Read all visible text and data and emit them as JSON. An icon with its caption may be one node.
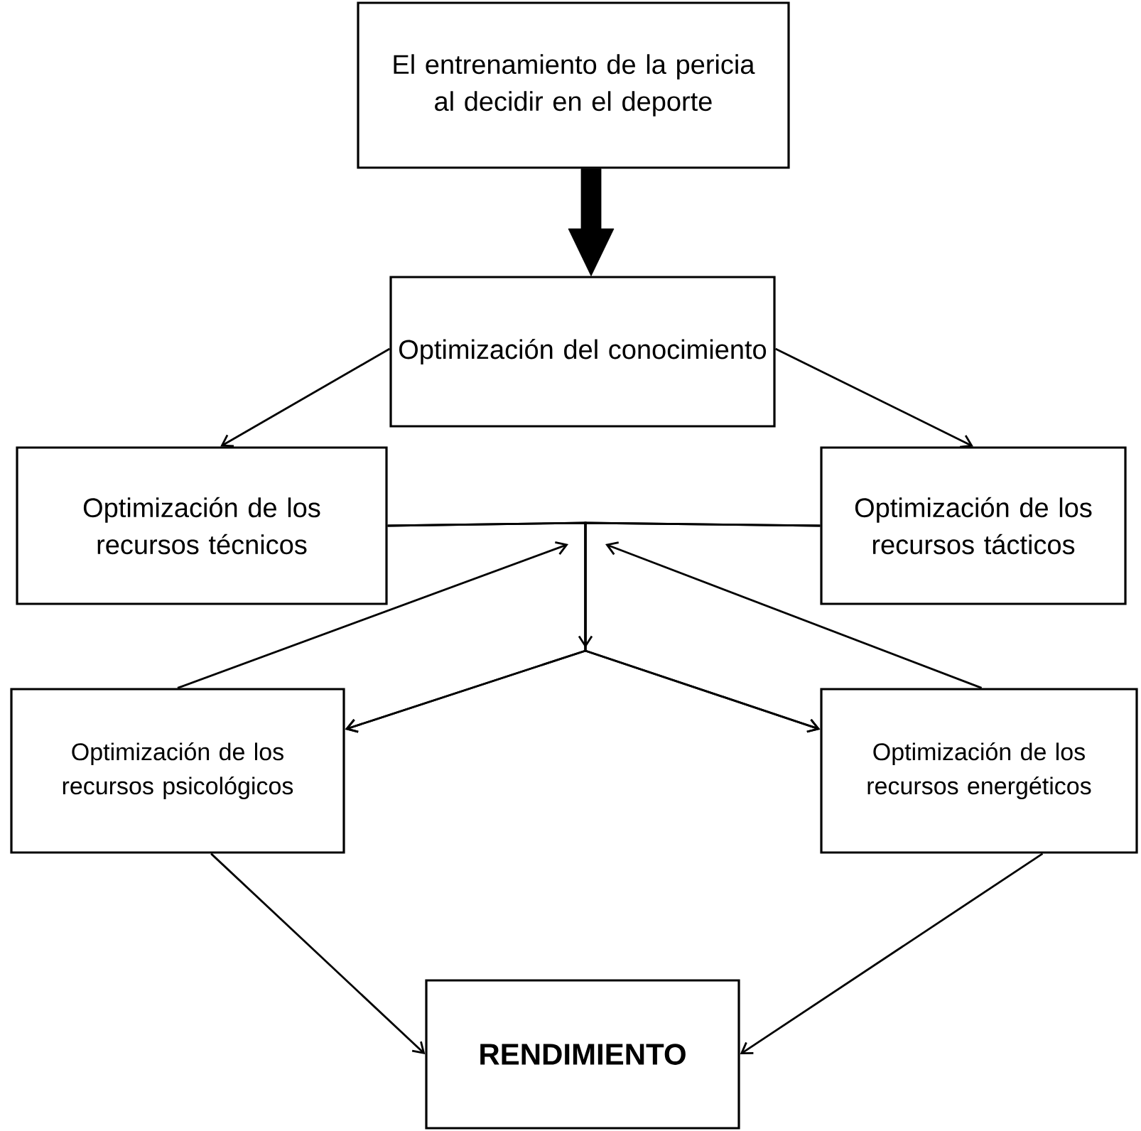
{
  "diagram": {
    "nodes": [
      {
        "text": [
          "El entrenamiento de la pericia al decidir en el deporte"
        ]
      },
      {
        "text": [
          "Optimización del conocimiento"
        ]
      },
      {
        "text": [
          "Optimización de los recursos técnicos"
        ]
      },
      {
        "text": [
          "Optimización de los recursos tácticos"
        ]
      },
      {
        "text": [
          "Optimización de los recursos psicológicos"
        ]
      },
      {
        "text": [
          "Optimización de los recursos energéticos"
        ]
      },
      {
        "text": [
          "RENDIMIENTO"
        ]
      }
    ],
    "edges": [
      {
        "from": 0,
        "to": 1,
        "arrow": "to",
        "style": "thick"
      },
      {
        "from": 1,
        "to": 2,
        "arrow": "to"
      },
      {
        "from": 1,
        "to": 3,
        "arrow": "to"
      },
      {
        "from": 2,
        "to": 4,
        "arrow": "to"
      },
      {
        "from": 2,
        "to": 5,
        "arrow": "to"
      },
      {
        "from": 3,
        "to": 4,
        "arrow": "to"
      },
      {
        "from": 3,
        "to": 5,
        "arrow": "to"
      },
      {
        "from": 4,
        "to": null,
        "arrow": "to"
      },
      {
        "from": 5,
        "to": null,
        "arrow": "to"
      },
      {
        "from": 4,
        "to": 6,
        "arrow": "to"
      },
      {
        "from": 5,
        "to": 6,
        "arrow": "to"
      }
    ]
  }
}
